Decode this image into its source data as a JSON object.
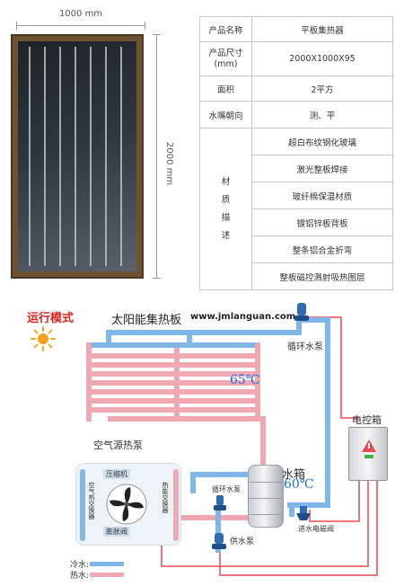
{
  "panel_drawing": {
    "width_label": "1000 mm",
    "height_label": "2000 mm"
  },
  "spec_table": {
    "rows": [
      {
        "key": "产品名称",
        "value": "平板集热器"
      },
      {
        "key": "产品尺寸\n(mm)",
        "value": "2000X1000X95"
      },
      {
        "key": "面积",
        "value": "2平方"
      },
      {
        "key": "水嘴朝向",
        "value": "测、平"
      }
    ],
    "material_label": [
      "材",
      "质",
      "描",
      "述"
    ],
    "materials": [
      "超白布纹钢化玻璃",
      "激光整板焊接",
      "玻纤棉保温材质",
      "镀铝锌板背板",
      "整条铝合金折弯",
      "整板磁控溅射吸热图层"
    ]
  },
  "diagram": {
    "mode_title": "运行模式",
    "system_title": "太阳能集热板",
    "website": "www.jmlanguan.com",
    "circ_pump_top": "循环水泵",
    "collector_temp": "65℃",
    "heat_pump_title": "空气源热泵",
    "compressor": "压缩机",
    "air_hx": "空气热交换器",
    "sys_hx": "热能交换器",
    "expansion_valve": "膨胀阀",
    "circ_pump_mid": "循环水泵",
    "tank_label": "水箱",
    "tank_temp": "60℃",
    "supply_pump": "供水泵",
    "solenoid_valve": "进水电磁阀",
    "control_box": "电控箱",
    "legend_cold": "冷水:",
    "legend_hot": "热水:",
    "colors": {
      "cold": "#7eb7e8",
      "hot": "#f0a9b2",
      "wire": "#e84a52"
    }
  }
}
